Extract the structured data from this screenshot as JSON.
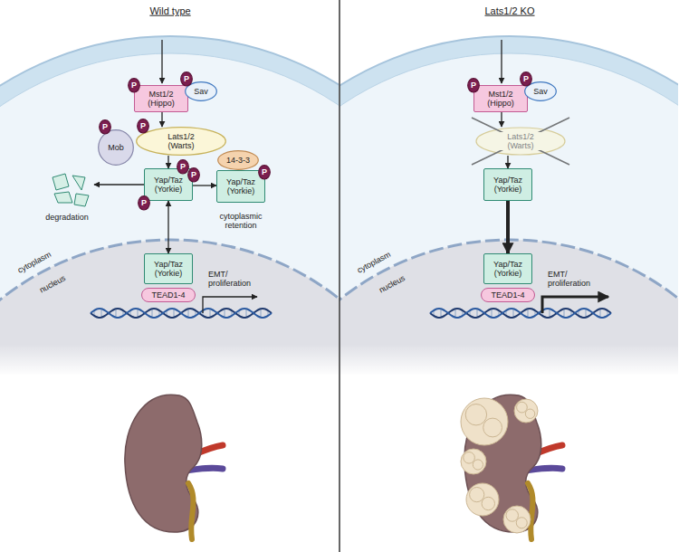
{
  "diagram": {
    "nodes": [
      {
        "text": [
          "Mst1/2 (Hippo)"
        ]
      },
      {
        "text": [
          "P"
        ]
      },
      {
        "text": [
          "Sav"
        ]
      },
      {
        "text": [
          "P"
        ]
      },
      {
        "text": [
          "Mob"
        ]
      },
      {
        "text": [
          "P"
        ]
      },
      {
        "text": [
          "Lats1/2 (Warts)"
        ]
      },
      {
        "text": [
          "P"
        ]
      },
      {
        "text": [
          "Yap/Taz (Yorkie)"
        ]
      },
      {
        "text": [
          "P"
        ]
      },
      {
        "text": [
          "P"
        ]
      },
      {
        "text": [
          "P"
        ]
      },
      {
        "text": [
          "14-3-3"
        ]
      },
      {
        "text": [
          "Yap/Taz (Yorkie)"
        ]
      },
      {
        "text": [
          "P"
        ]
      },
      {
        "text": [
          "Yap/Taz (Yorkie)"
        ]
      },
      {
        "text": [
          "TEAD1-4"
        ]
      },
      {
        "text": [
          "Mst1/2 (Hippo)"
        ]
      },
      {
        "text": [
          "P"
        ]
      },
      {
        "text": [
          "Sav"
        ]
      },
      {
        "text": [
          "P"
        ]
      },
      {
        "text": [
          "Lats1/2 (Warts)"
        ]
      },
      {
        "text": [
          "Yap/Taz (Yorkie)"
        ]
      },
      {
        "text": [
          "Yap/Taz (Yorkie)"
        ]
      },
      {
        "text": [
          "TEAD1-4"
        ]
      }
    ],
    "edges": [
      {
        "from": 0,
        "to": 6,
        "arrow": "to"
      },
      {
        "from": 6,
        "to": 8,
        "arrow": "to"
      },
      {
        "from": 8,
        "to": 13,
        "arrow": "to"
      },
      {
        "from": 8,
        "to": 15,
        "arrow": "both"
      },
      {
        "from": 17,
        "to": 21,
        "arrow": "to"
      },
      {
        "from": 21,
        "to": 22,
        "arrow": "to"
      },
      {
        "from": 22,
        "to": 23,
        "arrow": "to"
      }
    ],
    "labels": [
      "Wild type",
      "Lats1/2 KO",
      "degradation",
      "cytoplasmic retention",
      "cytoplasm",
      "nucleus",
      "EMT/ proliferation",
      "cytoplasm",
      "nucleus",
      "EMT/ proliferation"
    ]
  }
}
